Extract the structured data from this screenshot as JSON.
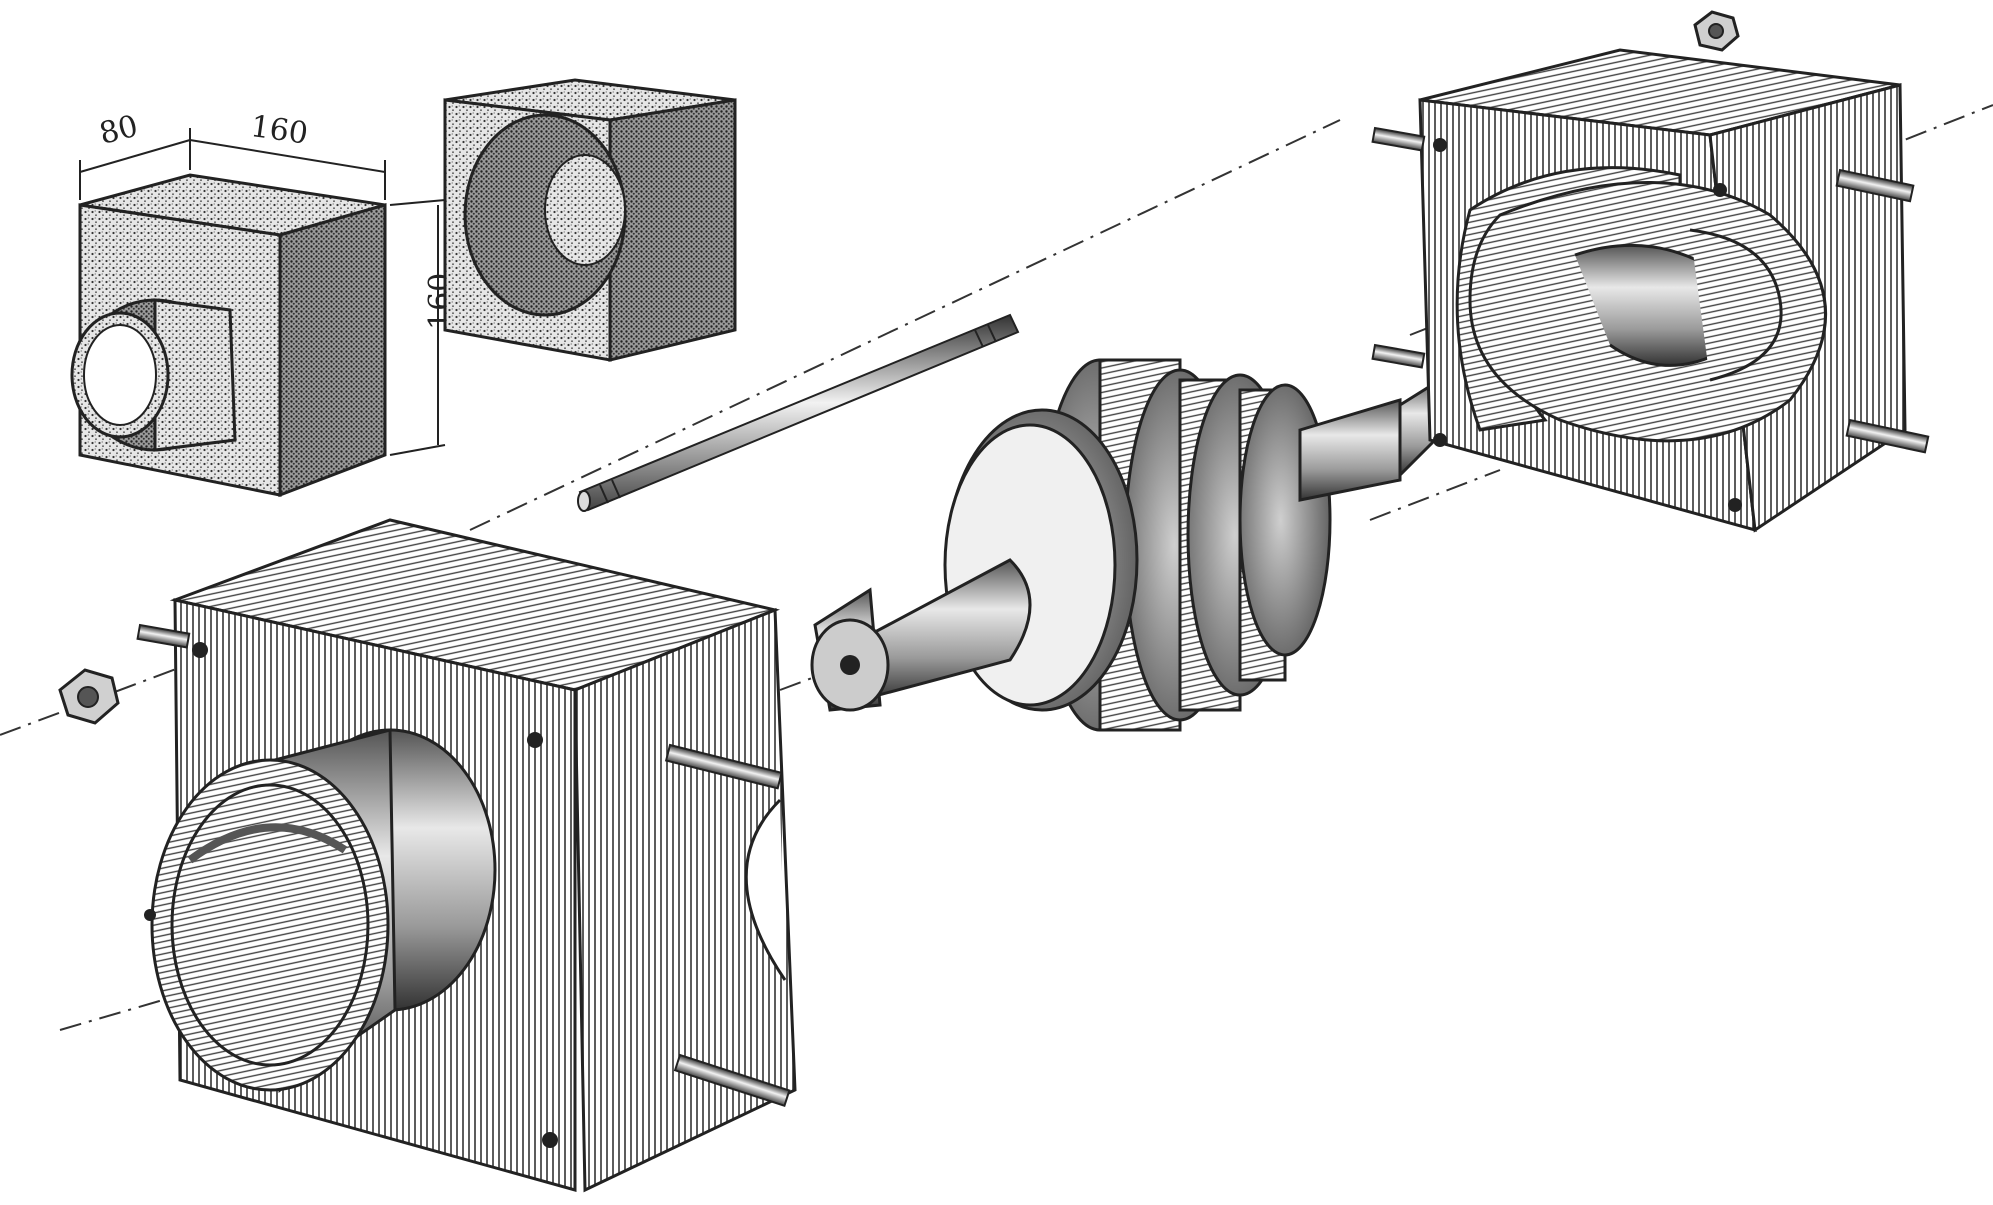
{
  "dimensions": {
    "width_label": "80",
    "length_label": "160",
    "height_label": "160"
  },
  "colors": {
    "ink": "#222222",
    "paper": "#ffffff",
    "shade_dark": "#777777",
    "shade_mid": "#a8a8a8",
    "shade_light": "#d6d6d6"
  }
}
